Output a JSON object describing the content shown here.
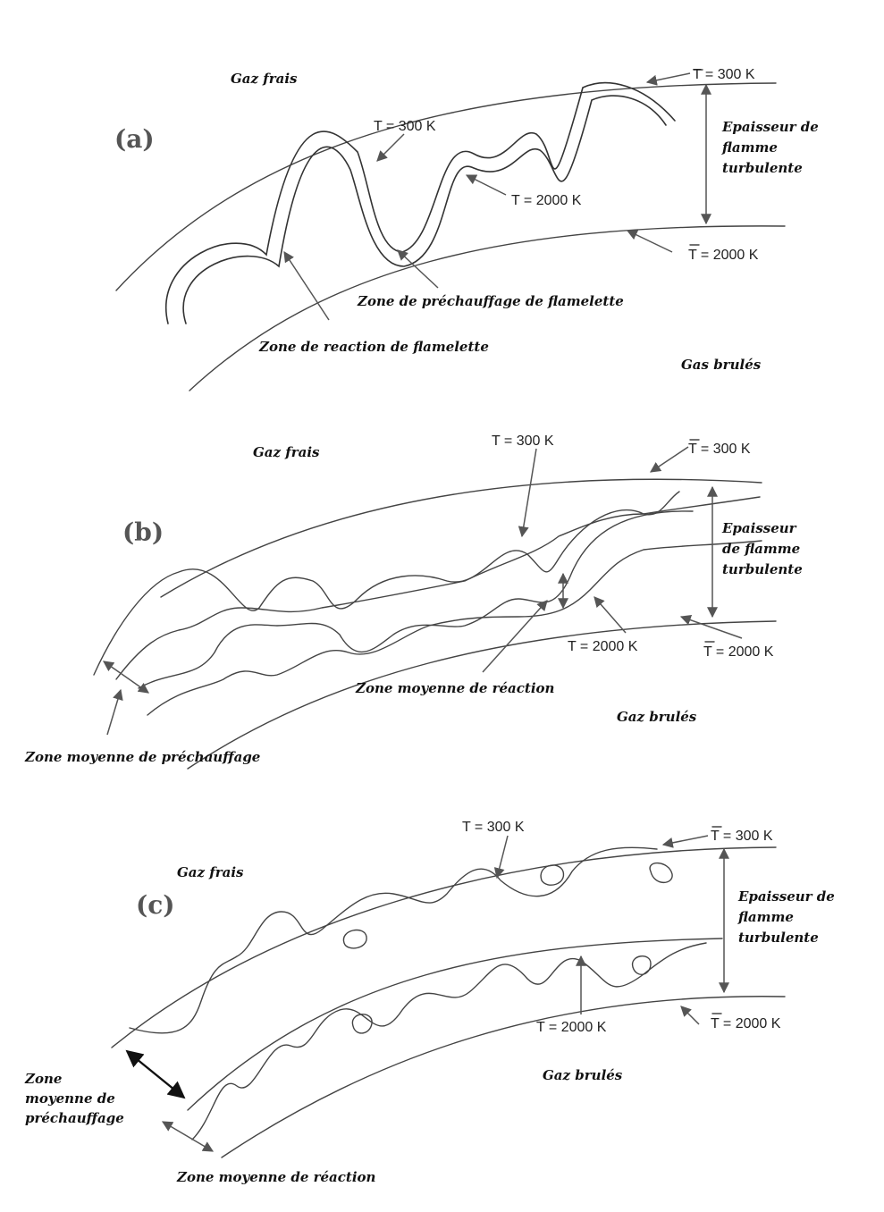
{
  "panel_a": {
    "label": "(a)",
    "fresh_gas": "Gaz frais",
    "burnt_gas": "Gas brulés",
    "tbar_top": "T = 300 K",
    "tbar_bottom": "T = 2000 K",
    "t_low": "T = 300 K",
    "t_high": "T = 2000 K",
    "thickness_1": "Epaisseur  de",
    "thickness_2": "flamme",
    "thickness_3": "turbulente",
    "preheat": "Zone de préchauffage de flamelette",
    "reaction": "Zone de reaction de flamelette"
  },
  "panel_b": {
    "label": "(b)",
    "fresh_gas": "Gaz frais",
    "burnt_gas": "Gaz brulés",
    "tbar_top": "T = 300 K",
    "tbar_bottom": "T = 2000 K",
    "t_low": "T = 300 K",
    "t_high": "T = 2000 K",
    "thickness_1": "Epaisseur",
    "thickness_2": "de flamme",
    "thickness_3": "turbulente",
    "reaction": "Zone moyenne de réaction",
    "preheat": "Zone moyenne de préchauffage"
  },
  "panel_c": {
    "label": "(c)",
    "fresh_gas": "Gaz frais",
    "burnt_gas": "Gaz brulés",
    "tbar_top": "T = 300 K",
    "tbar_bottom": "T = 2000 K",
    "t_low": "T = 300 K",
    "t_high": "T = 2000 K",
    "thickness_1": "Epaisseur de",
    "thickness_2": "flamme",
    "thickness_3": "turbulente",
    "preheat_1": "Zone",
    "preheat_2": "moyenne de",
    "preheat_3": "préchauffage",
    "reaction": "Zone moyenne de réaction"
  }
}
